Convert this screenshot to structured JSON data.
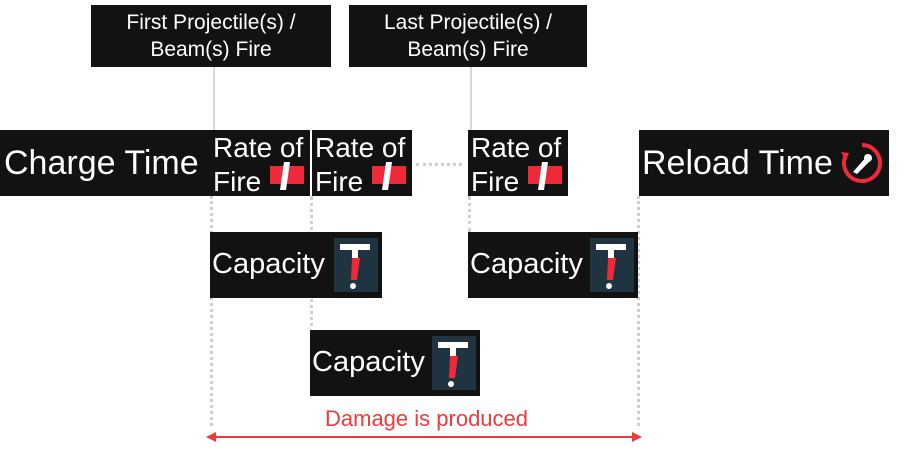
{
  "labels": {
    "first_fire": "First Projectile(s) / Beam(s) Fire",
    "last_fire": "Last Projectile(s) / Beam(s) Fire"
  },
  "stages": {
    "charge_time": "Charge Time",
    "rate_of_fire": "Rate of Fire",
    "rate_of_fire_line1": "Rate of",
    "rate_of_fire_line2": "Fire",
    "reload_time": "Reload Time",
    "capacity": "Capacity"
  },
  "damage": {
    "label": "Damage is produced",
    "color": "#ee3a3a"
  },
  "icons": {
    "rate_of_fire": "red-flag-bullet-icon",
    "capacity": "ammo-capacity-icon",
    "reload": "reload-cycle-icon"
  }
}
